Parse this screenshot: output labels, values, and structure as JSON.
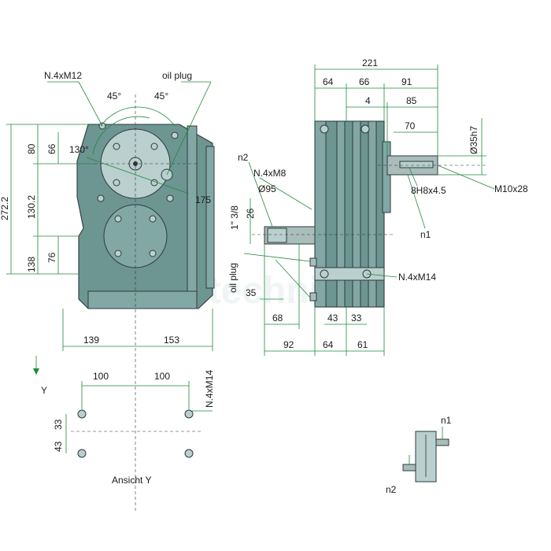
{
  "front_view": {
    "dims": {
      "bolt_note": "N.4xM12",
      "oil_plug": "oil plug",
      "angle_left": "45°",
      "angle_right": "45°",
      "angle_130": "130°",
      "d175": "175",
      "h272": "272.2",
      "h80": "80",
      "h66": "66",
      "h130": "130.2",
      "h138": "138",
      "h76": "76",
      "w139": "139",
      "w153": "153"
    }
  },
  "side_view": {
    "dims": {
      "w221": "221",
      "w64_top": "64",
      "w66_top": "66",
      "w91": "91",
      "w4": "4",
      "w85": "85",
      "w70": "70",
      "dia35": "Ø35h7",
      "m10": "M10x28",
      "key": "8H8x4.5",
      "n1": "n1",
      "n2": "n2",
      "bolt_m8": "N.4xM8",
      "dia95": "Ø95",
      "spline": "1\" 3/8",
      "d26": "26",
      "oil_plug": "oil plug",
      "bolt_m14": "N.4xM14",
      "w35": "35",
      "w68": "68",
      "w43": "43",
      "w33": "33",
      "w92": "92",
      "w64_bot": "64",
      "w61": "61"
    }
  },
  "foot_view": {
    "y_marker": "Y",
    "w100_left": "100",
    "w100_right": "100",
    "h33": "33",
    "h43": "43",
    "bolt_m14": "N.4xM14",
    "caption": "Ansicht Y"
  },
  "schematic": {
    "n1": "n1",
    "n2": "n2"
  },
  "watermark": "Landtechnik"
}
